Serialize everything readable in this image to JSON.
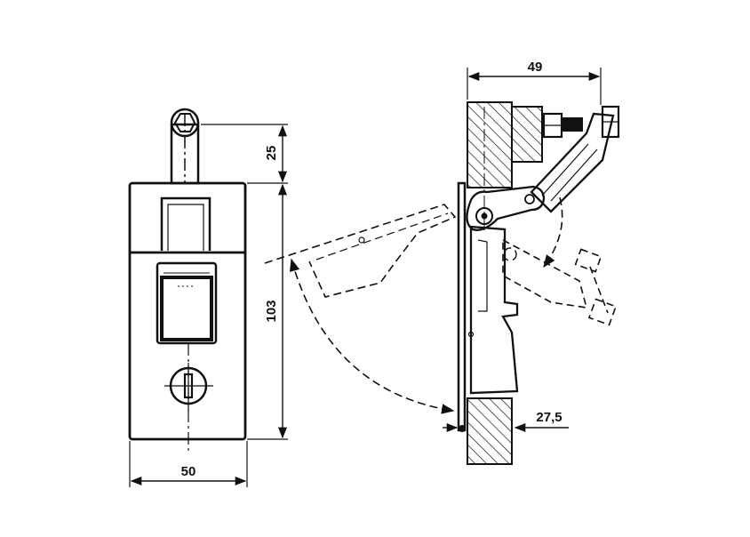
{
  "colors": {
    "line": "#111111",
    "background": "#ffffff"
  },
  "dimensions": {
    "top_height": "25",
    "body_height": "103",
    "body_width": "50",
    "side_depth": "49",
    "flange_offset": "27,5"
  }
}
